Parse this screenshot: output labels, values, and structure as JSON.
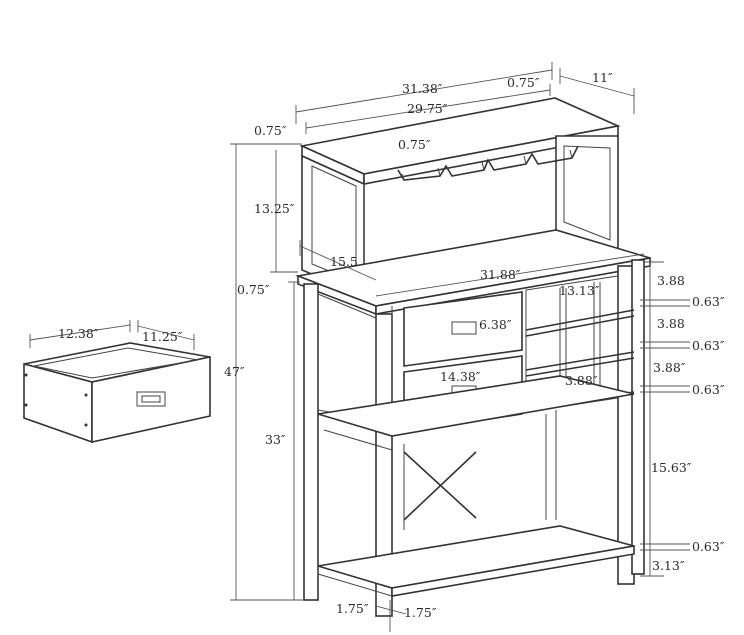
{
  "labels": {
    "top_width": "31.38″",
    "top_inset": "0.75″",
    "depth": "11″",
    "inner_width": "29.75″",
    "side_thickness_top": "0.75″",
    "glass_rack_gap": "0.75″",
    "hutch_height": "13.25″",
    "hutch_depth": "15.5",
    "shelf_thickness": "0.75″",
    "total_height": "47″",
    "lower_height": "33″",
    "counter_width": "31.88″",
    "cubby_width": "13.13″",
    "drawer_height": "6.38″",
    "drawer_width": "14.38″",
    "cubby_cell": "3.88″",
    "cubby_h1": "3.88",
    "cubby_h2": "3.88",
    "cubby_h3": "3.88″",
    "gap1": "0.63″",
    "gap2": "0.63″",
    "gap3": "0.63″",
    "open_height": "15.63″",
    "gap4": "0.63″",
    "bottom_clear": "3.13″",
    "leg_left": "1.75″",
    "leg_right": "1.75″",
    "drawer_box_width": "12.38″",
    "drawer_box_depth": "11.25″"
  }
}
